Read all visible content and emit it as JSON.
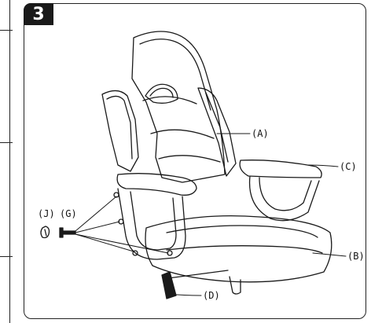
{
  "step": {
    "number": "3"
  },
  "labels": {
    "a": "(A)",
    "b": "(B)",
    "c": "(C)",
    "d": "(D)",
    "g": "(G)",
    "j": "(J)"
  }
}
